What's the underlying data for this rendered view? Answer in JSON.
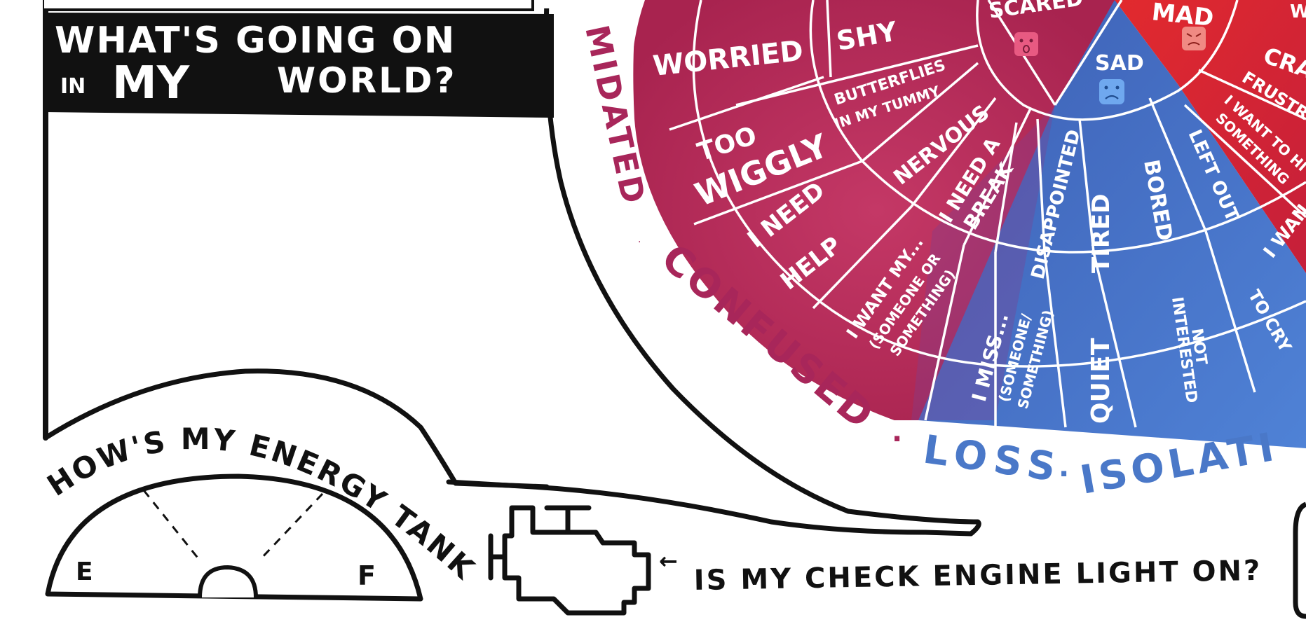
{
  "header": {
    "line1": "WHAT'S GOING ON",
    "line2_in": "IN",
    "line2_my": "MY",
    "line2_world": "WORLD?"
  },
  "energy": {
    "title": "HOW'S MY ENERGY TANK?",
    "empty": "E",
    "full": "F"
  },
  "engine": {
    "arrow": "←",
    "question": "IS MY CHECK ENGINE LIGHT ON?"
  },
  "wheel": {
    "ring_words": {
      "intimidated": "MIDATED",
      "confused": "CONFUSED",
      "loss": "LOSS",
      "isolation": "ISOLATI"
    },
    "ring_dot": "·",
    "core": {
      "scared": "SCARED",
      "sad": "SAD",
      "mad": "MAD"
    },
    "middle": {
      "shy": "SHY",
      "butterflies_1": "BUTTERFLIES",
      "butterflies_2": "IN MY TUMMY",
      "nervous": "NERVOUS",
      "need_break_1": "I NEED A",
      "need_break_2": "BREAK",
      "disappointed": "DISAPPOINTED",
      "tired": "TIRED",
      "bored": "BORED",
      "left_out": "LEFT OUT",
      "crabby": "CRA",
      "frustrated": "FRUSTR",
      "want_hit_1": "I WANT TO HI",
      "want_hit_2": "SOMETHING"
    },
    "outer": {
      "worried": "WORRIED",
      "too": "TOO",
      "wiggly": "WIGGLY",
      "need_help_1": "I NEED",
      "need_help_2": "HELP",
      "want_my_1": "I WANT MY...",
      "want_my_2": "(SOMEONE OR",
      "want_my_3": "SOMETHING)",
      "miss_1": "I MISS...",
      "miss_2": "(SOMEONE/",
      "miss_3": "SOMETHING)",
      "quiet": "QUIET",
      "not_interested_1": "NOT",
      "not_interested_2": "INTERESTED",
      "want_cry_1": "I WAN",
      "want_cry_2": "TO CRY",
      "want_top": "WA"
    }
  },
  "colors": {
    "ink": "#111111",
    "pink_ring_text": "#a8265a",
    "blue_ring_text": "#4a78c8",
    "pink_section": "#b7325f",
    "blue_section": "#3f6fc4",
    "red_section": "#d9252b",
    "scared_face": "#e85a82",
    "sad_face": "#6fa8ef",
    "mad_face": "#f08a83"
  }
}
